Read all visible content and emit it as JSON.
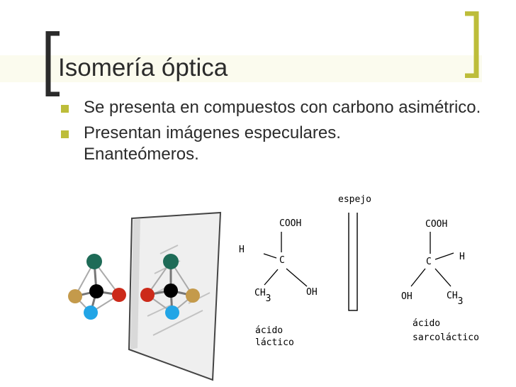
{
  "slide": {
    "title": "Isomería óptica",
    "bullets": [
      "Se presenta en compuestos con carbono asimétrico.",
      "Presentan imágenes especulares. Enanteómeros."
    ],
    "accent_color": "#bdbd3a",
    "bracket_dark_color": "#2b2b2b"
  },
  "diagram": {
    "mirror_label": "espejo",
    "left_molecule": {
      "top": "COOH",
      "left": "H",
      "center": "C",
      "bottom_left": "CH",
      "bottom_left_sub": "3",
      "bottom_right": "OH",
      "name_line1": "ácido",
      "name_line2": "láctico"
    },
    "right_molecule": {
      "top": "COOH",
      "right": "H",
      "center": "C",
      "bottom_left": "OH",
      "bottom_right": "CH",
      "bottom_right_sub": "3",
      "name_line1": "ácido",
      "name_line2": "sarcoláctico"
    },
    "atom_colors": {
      "top": "#1e6b57",
      "left": "#c49a4b",
      "right": "#cc2a1a",
      "center": "#000000",
      "bottom": "#22a5e6"
    }
  }
}
